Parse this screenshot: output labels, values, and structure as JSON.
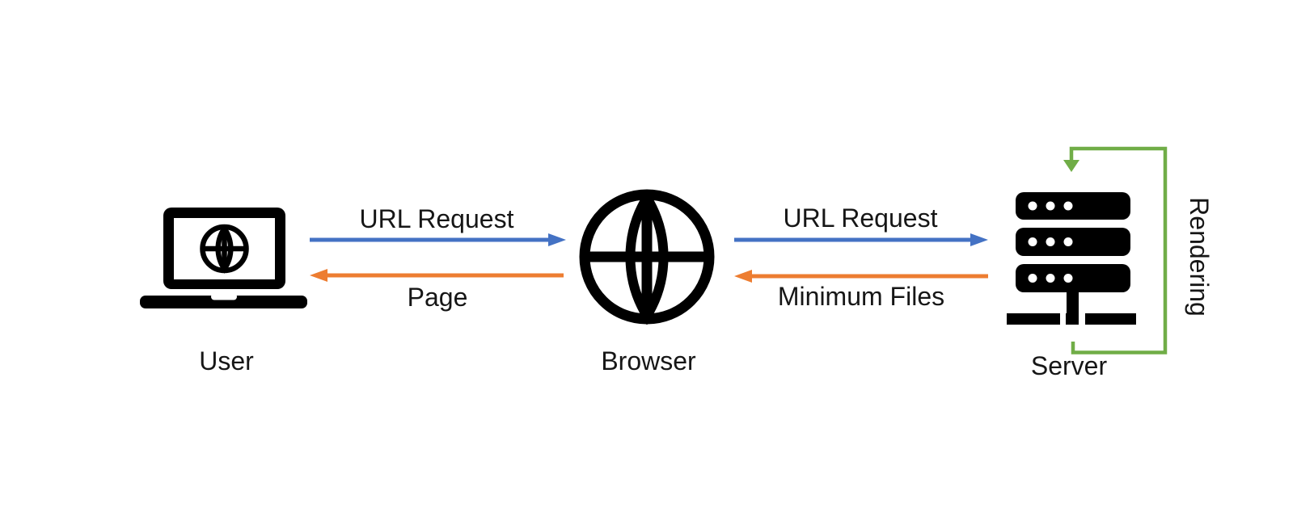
{
  "diagram": {
    "colors": {
      "request_arrow": "#4472C4",
      "response_arrow": "#ED7D31",
      "loop_arrow": "#70AD47",
      "icon": "#000000",
      "text": "#161616",
      "background": "#ffffff"
    },
    "nodes": [
      {
        "id": "user",
        "label": "User",
        "icon": "laptop-icon"
      },
      {
        "id": "browser",
        "label": "Browser",
        "icon": "globe-icon"
      },
      {
        "id": "server",
        "label": "Server",
        "icon": "server-icon"
      }
    ],
    "edges": [
      {
        "from": "user",
        "to": "browser",
        "label": "URL Request",
        "color_role": "request_arrow"
      },
      {
        "from": "browser",
        "to": "user",
        "label": "Page",
        "color_role": "response_arrow"
      },
      {
        "from": "browser",
        "to": "server",
        "label": "URL Request",
        "color_role": "request_arrow"
      },
      {
        "from": "server",
        "to": "browser",
        "label": "Minimum Files",
        "color_role": "response_arrow"
      },
      {
        "from": "server",
        "to": "server",
        "label": "Rendering",
        "color_role": "loop_arrow"
      }
    ]
  }
}
